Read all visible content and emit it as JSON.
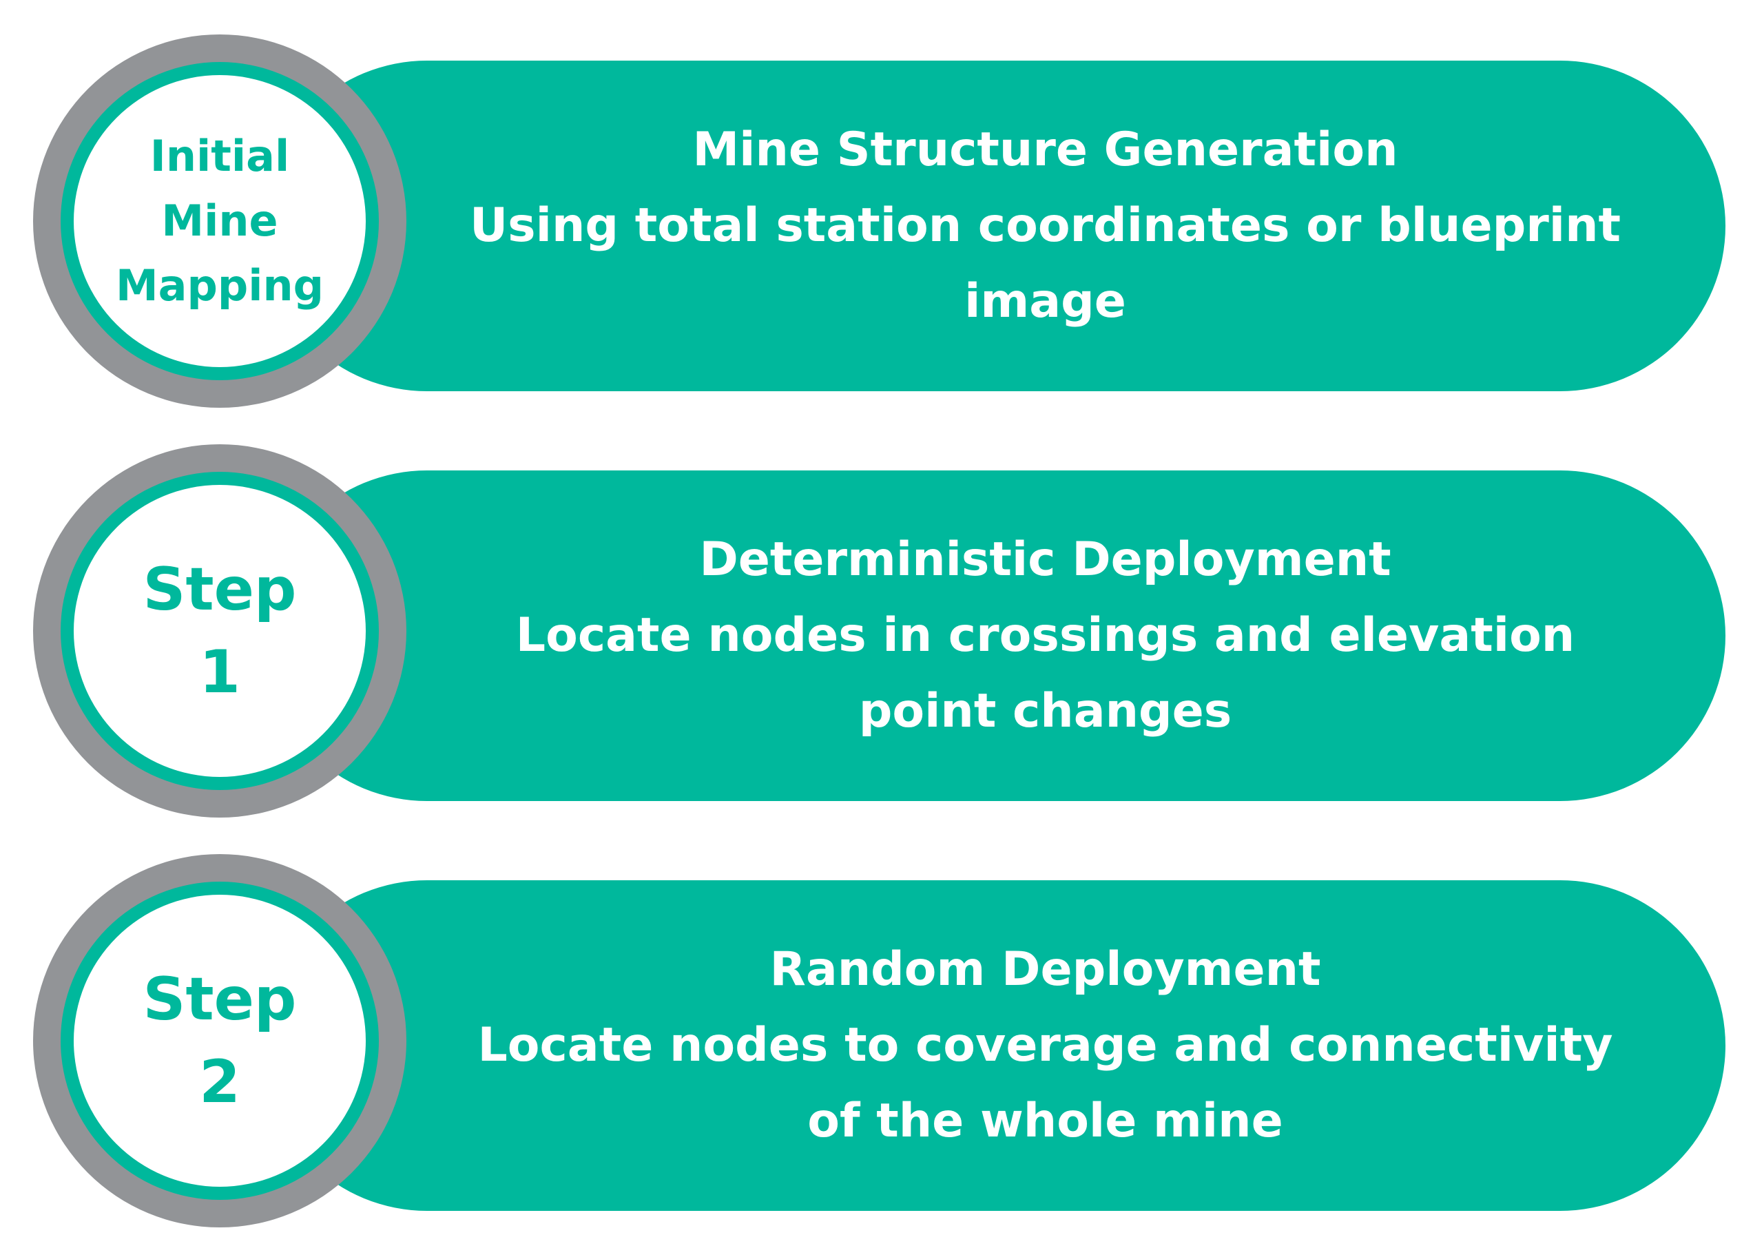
{
  "colors": {
    "teal": "#00b89c",
    "grey_ring": "#929497",
    "white": "#ffffff"
  },
  "stages": [
    {
      "badge_lines": [
        "Initial",
        "Mine",
        "Mapping"
      ],
      "title": "Mine Structure Generation",
      "description_lines": [
        "Using total station coordinates or blueprint",
        "image"
      ]
    },
    {
      "badge_lines": [
        "Step",
        "1"
      ],
      "title": "Deterministic Deployment",
      "description_lines": [
        "Locate nodes in crossings and elevation",
        "point changes"
      ]
    },
    {
      "badge_lines": [
        "Step",
        "2"
      ],
      "title": "Random Deployment",
      "description_lines": [
        "Locate nodes to coverage and connectivity",
        "of the whole mine"
      ]
    }
  ]
}
